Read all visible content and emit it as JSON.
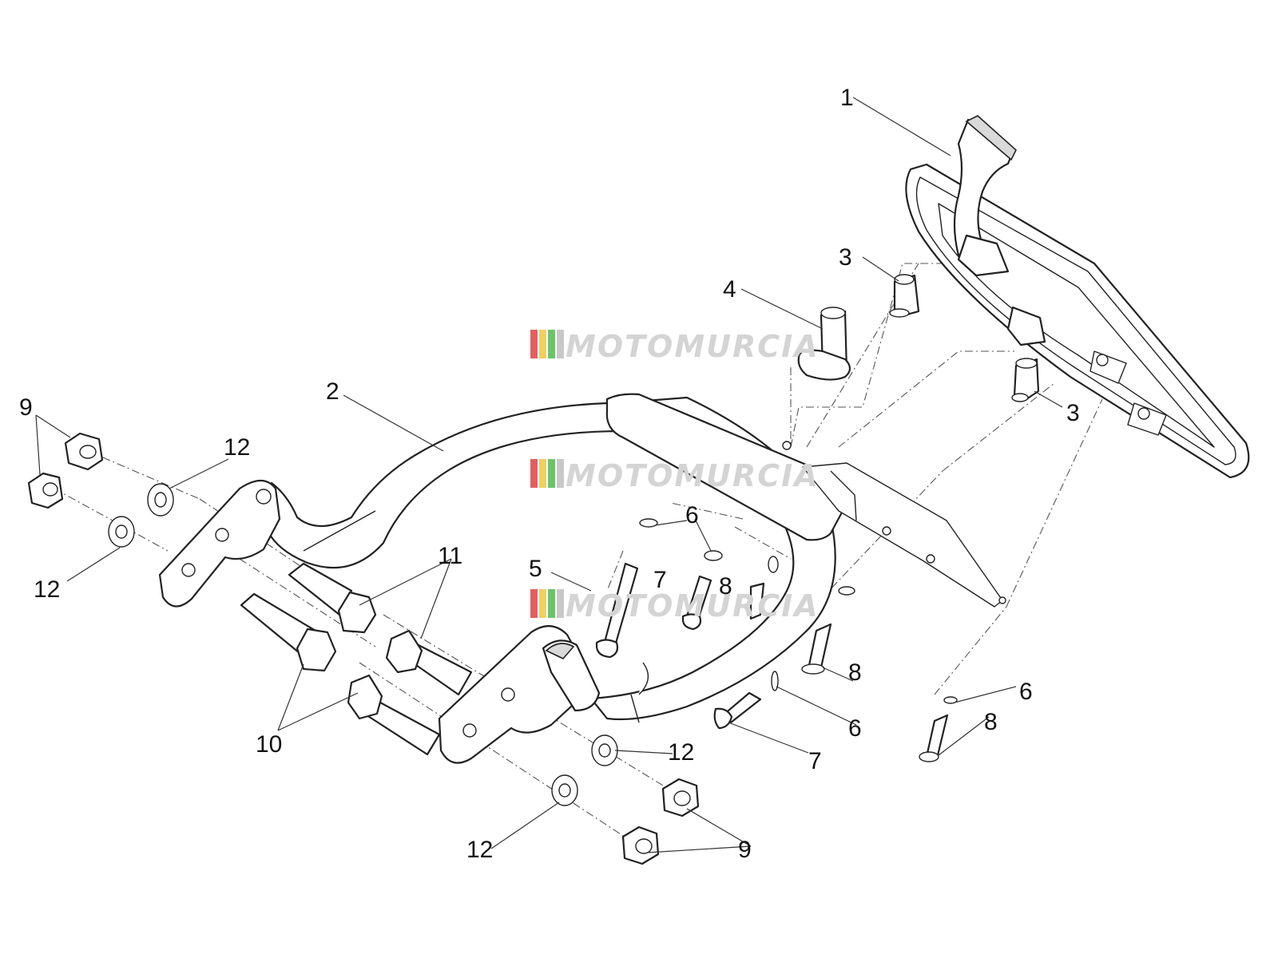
{
  "watermark": {
    "text": "MOTOMURCIA",
    "stripe_colors": [
      "#e06060",
      "#f0d060",
      "#70c070",
      "#c8c8c8"
    ]
  },
  "callouts": [
    {
      "id": "c1",
      "label": "1"
    },
    {
      "id": "c2",
      "label": "2"
    },
    {
      "id": "c3a",
      "label": "3"
    },
    {
      "id": "c3b",
      "label": "3"
    },
    {
      "id": "c4",
      "label": "4"
    },
    {
      "id": "c5",
      "label": "5"
    },
    {
      "id": "c6a",
      "label": "6"
    },
    {
      "id": "c6b",
      "label": "6"
    },
    {
      "id": "c6c",
      "label": "6"
    },
    {
      "id": "c7a",
      "label": "7"
    },
    {
      "id": "c7b",
      "label": "7"
    },
    {
      "id": "c8a",
      "label": "8"
    },
    {
      "id": "c8b",
      "label": "8"
    },
    {
      "id": "c8c",
      "label": "8"
    },
    {
      "id": "c9a",
      "label": "9"
    },
    {
      "id": "c9b",
      "label": "9"
    },
    {
      "id": "c10",
      "label": "10"
    },
    {
      "id": "c11",
      "label": "11"
    },
    {
      "id": "c12a",
      "label": "12"
    },
    {
      "id": "c12b",
      "label": "12"
    },
    {
      "id": "c12c",
      "label": "12"
    },
    {
      "id": "c12d",
      "label": "12"
    }
  ]
}
